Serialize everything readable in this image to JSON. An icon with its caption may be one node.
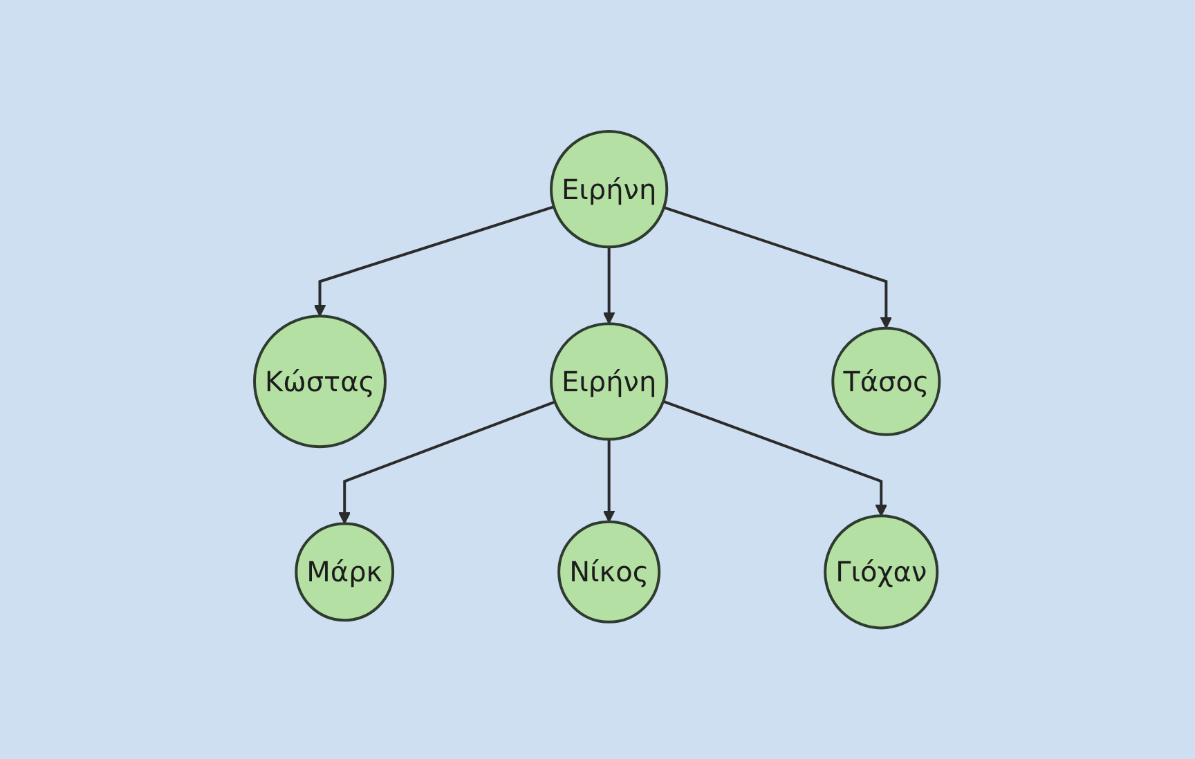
{
  "diagram": {
    "nodes": [
      {
        "text": [
          "Ειρήνη"
        ]
      },
      {
        "text": [
          "Κώστας"
        ]
      },
      {
        "text": [
          "Ειρήνη"
        ]
      },
      {
        "text": [
          "Τάσος"
        ]
      },
      {
        "text": [
          "Μάρκ"
        ]
      },
      {
        "text": [
          "Νίκος"
        ]
      },
      {
        "text": [
          "Γιόχαν"
        ]
      }
    ],
    "edges": [
      {
        "from": 0,
        "to": 1,
        "arrow": "to"
      },
      {
        "from": 0,
        "to": 2,
        "arrow": "to"
      },
      {
        "from": 0,
        "to": 3,
        "arrow": "to"
      },
      {
        "from": 2,
        "to": 4,
        "arrow": "to"
      },
      {
        "from": 2,
        "to": 5,
        "arrow": "to"
      },
      {
        "from": 2,
        "to": 6,
        "arrow": "to"
      }
    ]
  }
}
